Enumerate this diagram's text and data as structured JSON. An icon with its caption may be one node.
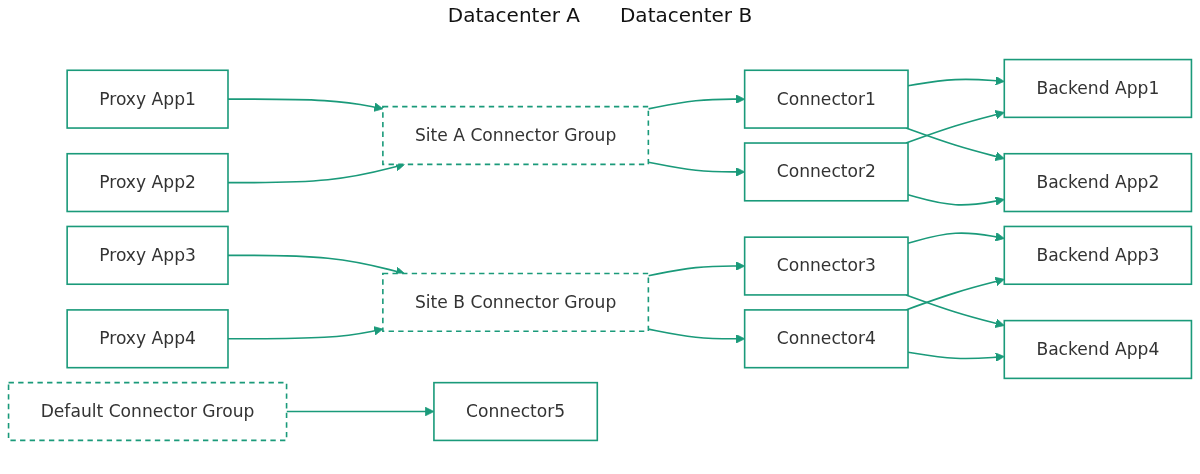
{
  "diagram": {
    "nodes": [
      {
        "text": [
          "Proxy App1"
        ]
      },
      {
        "text": [
          "Proxy App2"
        ]
      },
      {
        "text": [
          "Site A Connector Group"
        ]
      },
      {
        "text": [
          "Connector1"
        ]
      },
      {
        "text": [
          "Connector2"
        ]
      },
      {
        "text": [
          "Backend App1"
        ]
      },
      {
        "text": [
          "Backend App2"
        ]
      },
      {
        "text": [
          "Proxy App3"
        ]
      },
      {
        "text": [
          "Proxy App4"
        ]
      },
      {
        "text": [
          "Site B Connector Group"
        ]
      },
      {
        "text": [
          "Connector3"
        ]
      },
      {
        "text": [
          "Connector4"
        ]
      },
      {
        "text": [
          "Backend App3"
        ]
      },
      {
        "text": [
          "Backend App4"
        ]
      },
      {
        "text": [
          "Default Connector Group"
        ]
      },
      {
        "text": [
          "Connector5"
        ]
      }
    ],
    "edges": [
      {
        "from": 0,
        "to": 2,
        "arrow": "to"
      },
      {
        "from": 1,
        "to": 2,
        "arrow": "to"
      },
      {
        "from": 2,
        "to": 3,
        "arrow": "to"
      },
      {
        "from": 2,
        "to": 4,
        "arrow": "to"
      },
      {
        "from": 3,
        "to": 5,
        "arrow": "to"
      },
      {
        "from": 3,
        "to": 6,
        "arrow": "to"
      },
      {
        "from": 4,
        "to": 5,
        "arrow": "to"
      },
      {
        "from": 4,
        "to": 6,
        "arrow": "to"
      },
      {
        "from": 7,
        "to": 9,
        "arrow": "to"
      },
      {
        "from": 8,
        "to": 9,
        "arrow": "to"
      },
      {
        "from": 9,
        "to": 10,
        "arrow": "to"
      },
      {
        "from": 9,
        "to": 11,
        "arrow": "to"
      },
      {
        "from": 10,
        "to": 12,
        "arrow": "to"
      },
      {
        "from": 10,
        "to": 13,
        "arrow": "to"
      },
      {
        "from": 11,
        "to": 12,
        "arrow": "to"
      },
      {
        "from": 11,
        "to": 13,
        "arrow": "to"
      },
      {
        "from": 14,
        "to": 15,
        "arrow": "to"
      }
    ],
    "labels": [
      "Datacenter A",
      "Datacenter B"
    ]
  }
}
